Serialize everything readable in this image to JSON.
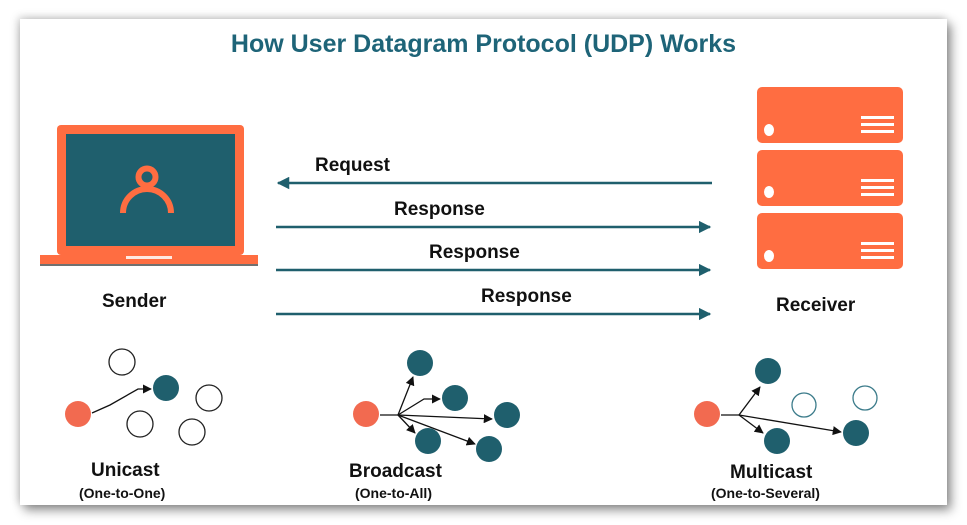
{
  "title": "How User Datagram Protocol (UDP) Works",
  "colors": {
    "accent_orange": "#ff6d41",
    "node_orange": "#f26a50",
    "teal": "#1f5f6d",
    "title_teal": "#1e6478",
    "text": "#111111"
  },
  "sender": {
    "label": "Sender",
    "icon": "laptop-user-icon"
  },
  "receiver": {
    "label": "Receiver",
    "icon": "server-rack-icon"
  },
  "messages": [
    {
      "label": "Request",
      "direction": "receiver-to-sender"
    },
    {
      "label": "Response",
      "direction": "sender-to-receiver"
    },
    {
      "label": "Response",
      "direction": "sender-to-receiver"
    },
    {
      "label": "Response",
      "direction": "sender-to-receiver"
    }
  ],
  "modes": [
    {
      "name": "Unicast",
      "subtitle": "(One-to-One)",
      "targets_reached": 1,
      "total_nodes": 5
    },
    {
      "name": "Broadcast",
      "subtitle": "(One-to-All)",
      "targets_reached": 5,
      "total_nodes": 5
    },
    {
      "name": "Multicast",
      "subtitle": "(One-to-Several)",
      "targets_reached": 3,
      "total_nodes": 5
    }
  ]
}
